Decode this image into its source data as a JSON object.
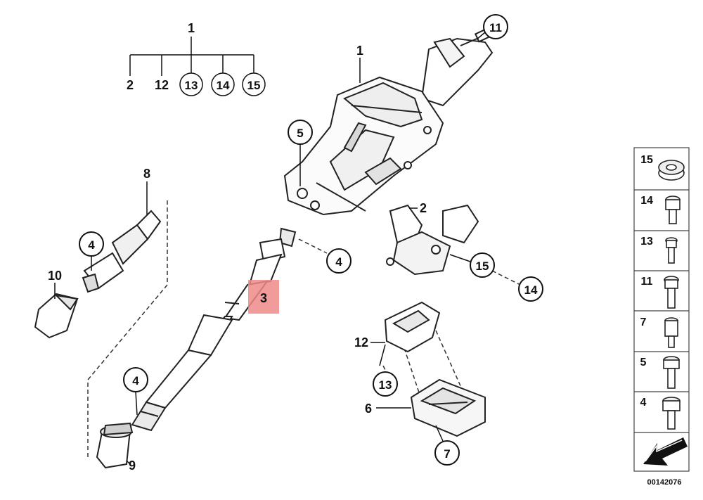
{
  "title_group": {
    "top": "1",
    "items": [
      "2",
      "12",
      "13",
      "14",
      "15"
    ]
  },
  "callouts": {
    "c1": "1",
    "c11": "11",
    "c5": "5",
    "c2": "2",
    "c8": "8",
    "c4a": "4",
    "c4b": "4",
    "c4c": "4",
    "c10": "10",
    "c3": "3",
    "c15": "15",
    "c14": "14",
    "c12": "12",
    "c13": "13",
    "c6": "6",
    "c7": "7",
    "c9": "9"
  },
  "hardware_panel": {
    "rows": [
      "15",
      "14",
      "13",
      "11",
      "7",
      "5",
      "4"
    ]
  },
  "highlight_color": "#f08a8a",
  "diagram_number": "00142076"
}
